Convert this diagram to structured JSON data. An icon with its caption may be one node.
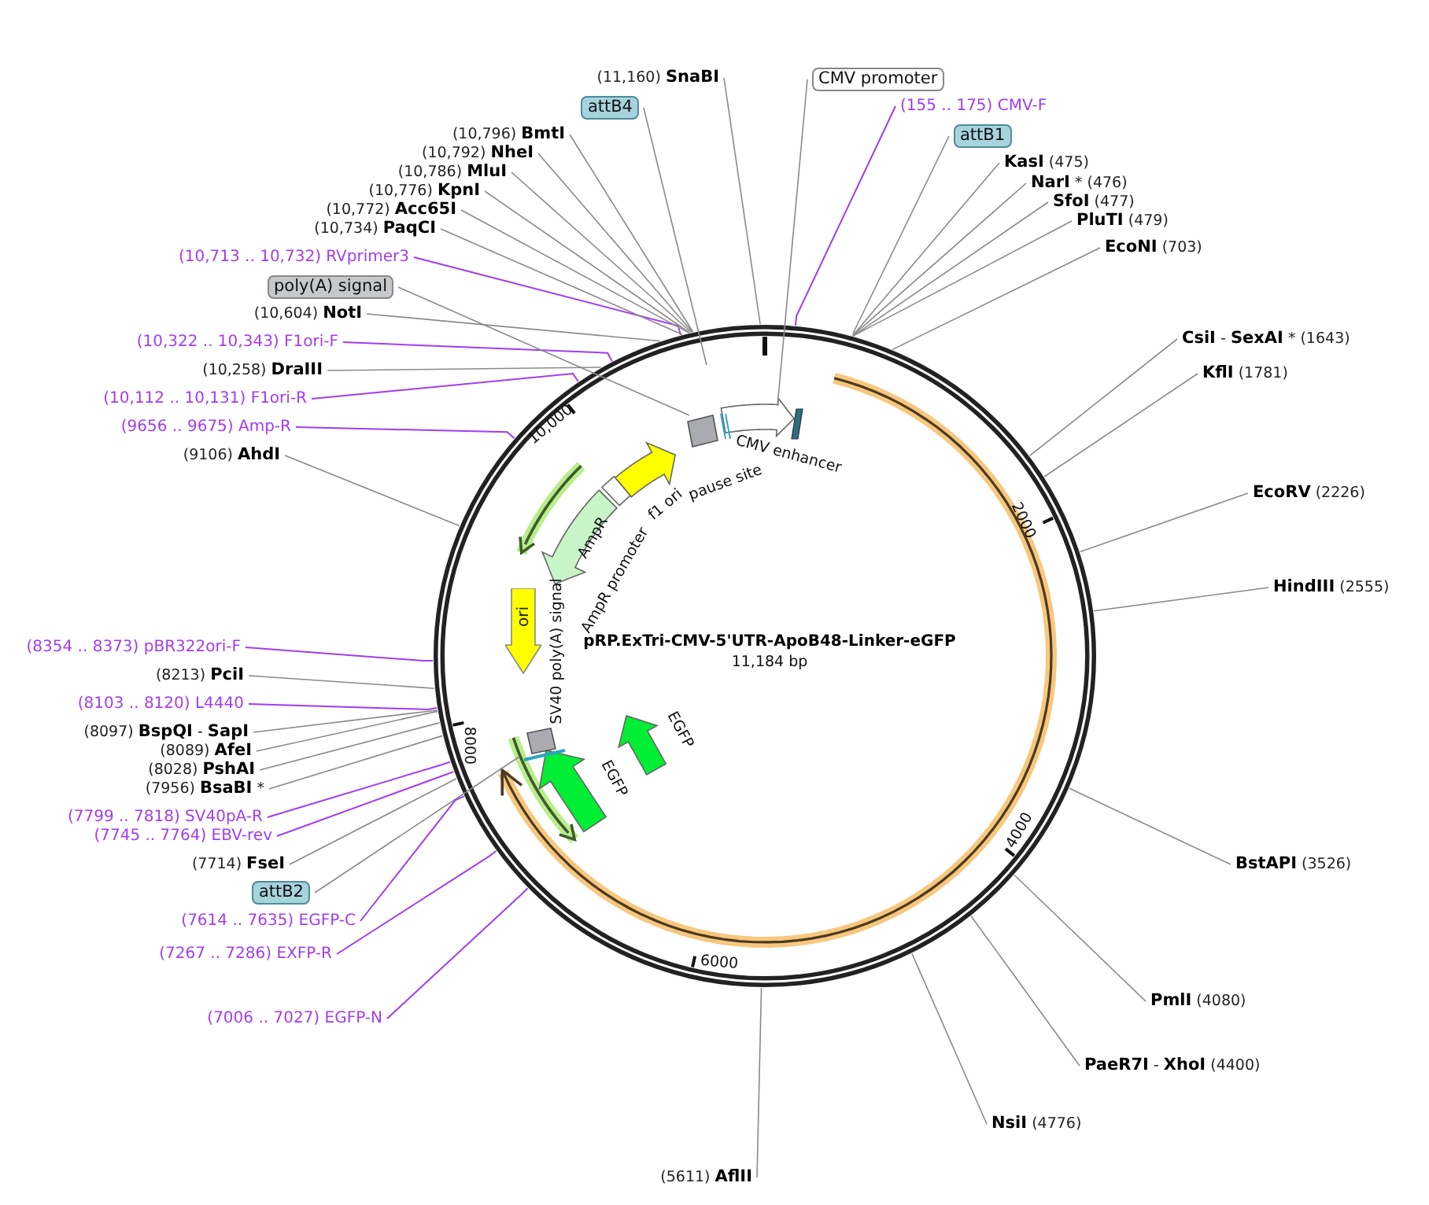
{
  "diagram": {
    "title": "pRP.ExTri-CMV-5'UTR-ApoB48-Linker-eGFP",
    "nodes": [
      {
        "text": [
          "(11,160) **SnaBI**"
        ]
      },
      {
        "text": [
          "CMV promoter"
        ]
      },
      {
        "text": [
          "(155 .. 175) CMV-F"
        ]
      },
      {
        "text": [
          "attB1"
        ]
      },
      {
        "text": [
          "**KasI** (475)"
        ]
      },
      {
        "text": [
          "**NarI** * (476)"
        ]
      },
      {
        "text": [
          "**SfoI** (477)"
        ]
      },
      {
        "text": [
          "**PluTI** (479)"
        ]
      },
      {
        "text": [
          "**EcoNI** (703)"
        ]
      },
      {
        "text": [
          "**CsiI** - **SexAI** * (1643)"
        ]
      },
      {
        "text": [
          "**KflI** (1781)"
        ]
      },
      {
        "text": [
          "**EcoRV** (2226)"
        ]
      },
      {
        "text": [
          "**HindIII** (2555)"
        ]
      },
      {
        "text": [
          "**BstAPI** (3526)"
        ]
      },
      {
        "text": [
          "**PmlI** (4080)"
        ]
      },
      {
        "text": [
          "**PaeR7I** - **XhoI** (4400)"
        ]
      },
      {
        "text": [
          "**NsiI** (4776)"
        ]
      },
      {
        "text": [
          "(5611) **AflII**"
        ]
      },
      {
        "text": [
          "attB2"
        ]
      },
      {
        "text": [
          "(7714) **FseI**"
        ]
      },
      {
        "text": [
          "(7745 .. 7764) EBV-rev"
        ]
      },
      {
        "text": [
          "(7799 .. 7818) SV40pA-R"
        ]
      },
      {
        "text": [
          "(7956) **BsaBI** *"
        ]
      },
      {
        "text": [
          "(8028) **PshAI**"
        ]
      },
      {
        "text": [
          "(8089) **AfeI**"
        ]
      },
      {
        "text": [
          "(8097) **BspQI** - **SapI**"
        ]
      },
      {
        "text": [
          "(8103 .. 8120) L4440"
        ]
      },
      {
        "text": [
          "(8213) **PciI**"
        ]
      },
      {
        "text": [
          "(8354 .. 8373) pBR322ori-F"
        ]
      },
      {
        "text": [
          "(9106) **AhdI**"
        ]
      },
      {
        "text": [
          "(9656 .. 9675) Amp-R"
        ]
      },
      {
        "text": [
          "(10,112 .. 10,131) F1ori-R"
        ]
      },
      {
        "text": [
          "(10,258) **DraIII**"
        ]
      },
      {
        "text": [
          "(10,322 .. 10,343) F1ori-F"
        ]
      },
      {
        "text": [
          "(10,604) **NotI**"
        ]
      },
      {
        "text": [
          "poly(A) signal"
        ]
      },
      {
        "text": [
          "(10,713 .. 10,732) RVprimer3"
        ]
      },
      {
        "text": [
          "(10,734) **PaqCI**"
        ]
      },
      {
        "text": [
          "(10,772) **Acc65I**"
        ]
      },
      {
        "text": [
          "(10,776) **KpnI**"
        ]
      },
      {
        "text": [
          "(10,786) **MluI**"
        ]
      },
      {
        "text": [
          "(10,792) **NheI**"
        ]
      },
      {
        "text": [
          "(10,796) **BmtI**"
        ]
      },
      {
        "text": [
          "attB4"
        ]
      },
      {
        "text": [
          "(7614 .. 7635) EGFP-C"
        ]
      },
      {
        "text": [
          "(7267 .. 7286) EXFP-R"
        ]
      },
      {
        "text": [
          "(7006 .. 7027) EGFP-N"
        ]
      },
      {
        "text": [
          "ori"
        ]
      }
    ],
    "edges": [
      {
        "from": 0,
        "to": null,
        "arrow": "none"
      },
      {
        "from": 1,
        "to": null,
        "arrow": "none"
      },
      {
        "from": 2,
        "to": null,
        "arrow": "none",
        "color": "#a23cf0"
      },
      {
        "from": 3,
        "to": null,
        "arrow": "none"
      },
      {
        "from": 4,
        "to": null,
        "arrow": "none"
      },
      {
        "from": 5,
        "to": null,
        "arrow": "none"
      },
      {
        "from": 6,
        "to": null,
        "arrow": "none"
      },
      {
        "from": 7,
        "to": null,
        "arrow": "none"
      },
      {
        "from": 8,
        "to": null,
        "arrow": "none"
      },
      {
        "from": 9,
        "to": null,
        "arrow": "none"
      },
      {
        "from": 10,
        "to": null,
        "arrow": "none"
      },
      {
        "from": 11,
        "to": null,
        "arrow": "none"
      },
      {
        "from": 12,
        "to": null,
        "arrow": "none"
      },
      {
        "from": 13,
        "to": null,
        "arrow": "none"
      },
      {
        "from": 14,
        "to": null,
        "arrow": "none"
      },
      {
        "from": 15,
        "to": null,
        "arrow": "none"
      },
      {
        "from": 16,
        "to": null,
        "arrow": "none"
      },
      {
        "from": 17,
        "to": null,
        "arrow": "none"
      },
      {
        "from": 18,
        "to": null,
        "arrow": "none"
      },
      {
        "from": 19,
        "to": null,
        "arrow": "none"
      },
      {
        "from": 20,
        "to": null,
        "arrow": "none",
        "color": "#a23cf0"
      },
      {
        "from": 21,
        "to": null,
        "arrow": "none",
        "color": "#a23cf0"
      },
      {
        "from": 22,
        "to": null,
        "arrow": "none"
      },
      {
        "from": 23,
        "to": null,
        "arrow": "none"
      },
      {
        "from": 24,
        "to": null,
        "arrow": "none"
      },
      {
        "from": 25,
        "to": null,
        "arrow": "none"
      },
      {
        "from": 26,
        "to": null,
        "arrow": "none",
        "color": "#a23cf0"
      },
      {
        "from": 27,
        "to": null,
        "arrow": "none"
      },
      {
        "from": 28,
        "to": null,
        "arrow": "none",
        "color": "#a23cf0"
      },
      {
        "from": 29,
        "to": null,
        "arrow": "none"
      },
      {
        "from": 30,
        "to": null,
        "arrow": "none",
        "color": "#a23cf0"
      },
      {
        "from": 31,
        "to": null,
        "arrow": "none",
        "color": "#a23cf0"
      },
      {
        "from": 32,
        "to": null,
        "arrow": "none"
      },
      {
        "from": 33,
        "to": null,
        "arrow": "none",
        "color": "#a23cf0"
      },
      {
        "from": 34,
        "to": null,
        "arrow": "none"
      },
      {
        "from": 35,
        "to": null,
        "arrow": "none"
      },
      {
        "from": 36,
        "to": null,
        "arrow": "none",
        "color": "#a23cf0"
      },
      {
        "from": 37,
        "to": null,
        "arrow": "none"
      },
      {
        "from": 38,
        "to": null,
        "arrow": "none"
      },
      {
        "from": 39,
        "to": null,
        "arrow": "none"
      },
      {
        "from": 40,
        "to": null,
        "arrow": "none"
      },
      {
        "from": 41,
        "to": null,
        "arrow": "none"
      },
      {
        "from": 42,
        "to": null,
        "arrow": "none"
      },
      {
        "from": 43,
        "to": null,
        "arrow": "none"
      },
      {
        "from": 44,
        "to": null,
        "arrow": "none",
        "color": "#a23cf0"
      },
      {
        "from": 45,
        "to": null,
        "arrow": "none",
        "color": "#a23cf0"
      },
      {
        "from": 46,
        "to": null,
        "arrow": "none",
        "color": "#a23cf0"
      }
    ],
    "labels": [
      "CMV enhancer",
      "pause site",
      "10,000",
      "f1 ori",
      "2000",
      "AmpR",
      "AmpR promoter",
      "SV40 poly(A) signal",
      "11,184 bp",
      "EGFP",
      "8000",
      "EGFP",
      "4000",
      "6000"
    ]
  }
}
